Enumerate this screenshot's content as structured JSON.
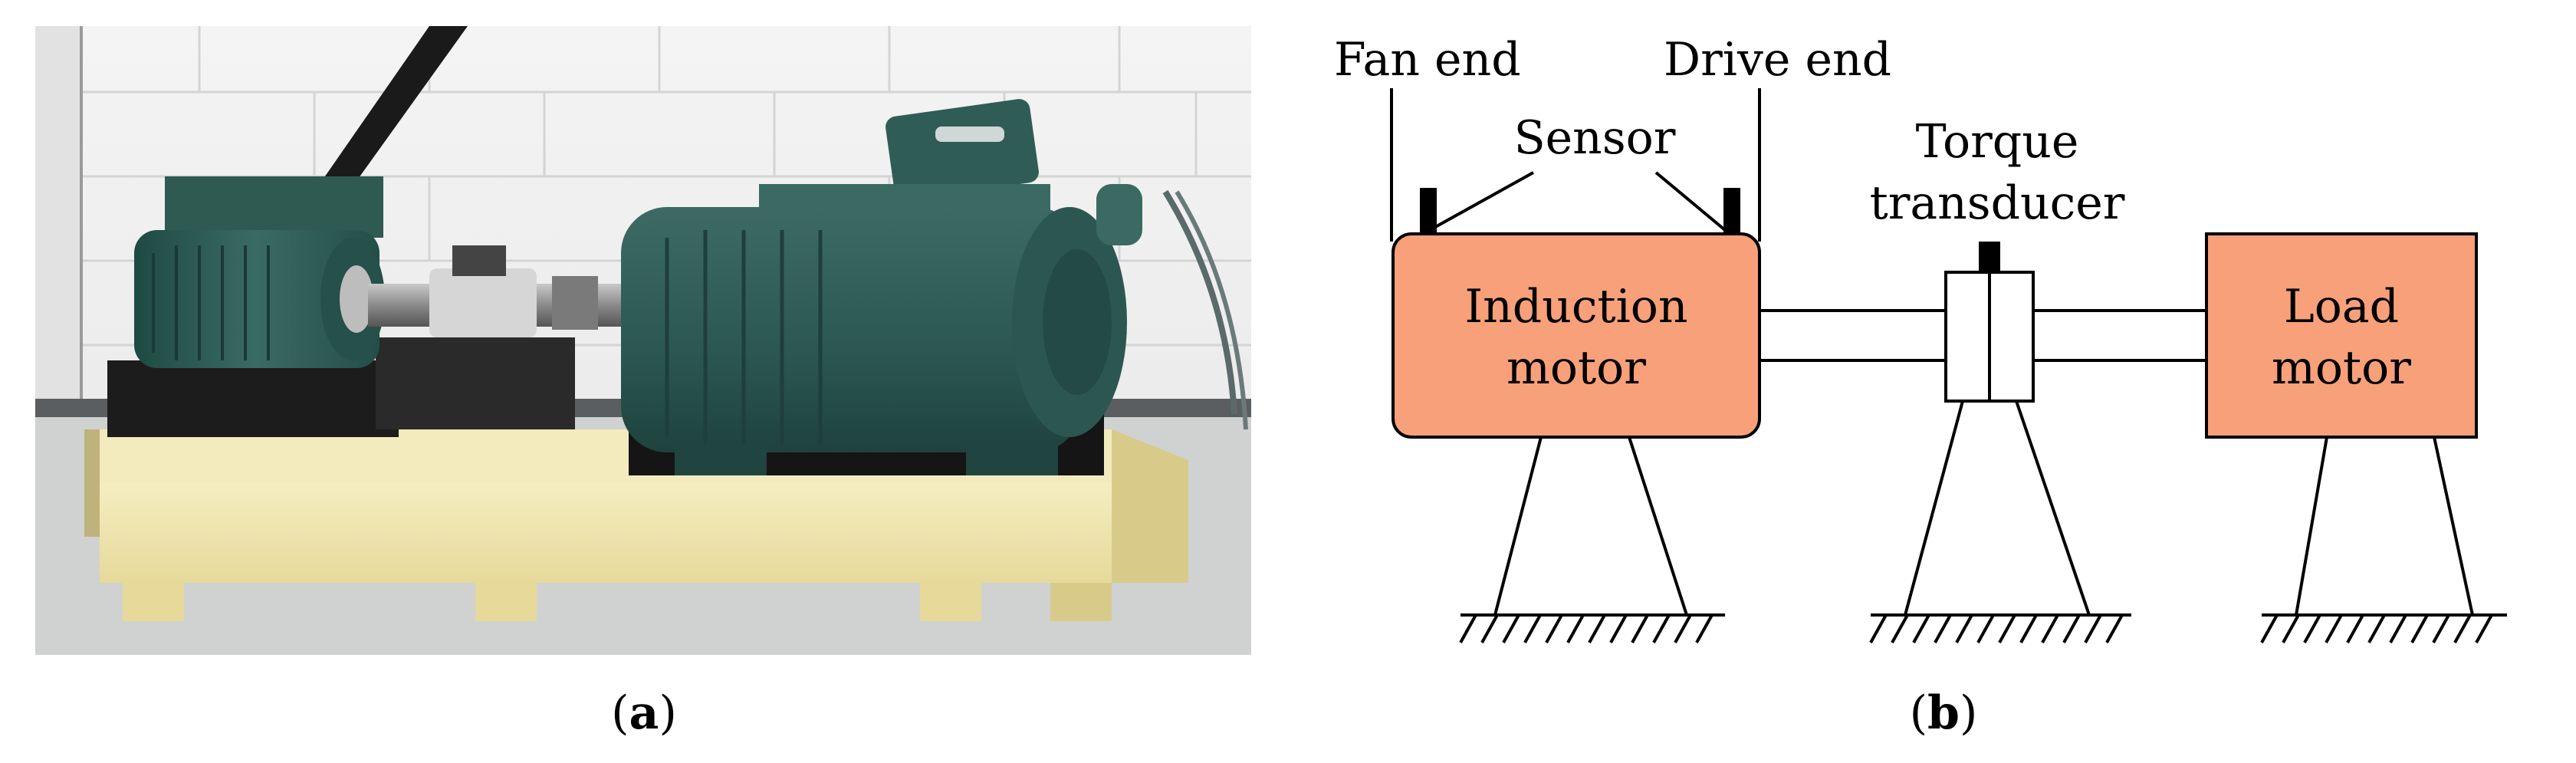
{
  "panel_a": {
    "caption_open": "(",
    "caption_letter": "a",
    "caption_close": ")"
  },
  "panel_b": {
    "caption_open": "(",
    "caption_letter": "b",
    "caption_close": ")",
    "labels": {
      "fan_end": "Fan end",
      "drive_end": "Drive end",
      "sensor": "Sensor",
      "torque_line1": "Torque",
      "torque_line2": "transducer",
      "induction_line1": "Induction",
      "induction_line2": "motor",
      "load_line1": "Load",
      "load_line2": "motor"
    },
    "colors": {
      "motor_fill": "#f7a07a",
      "stroke": "#000000"
    }
  }
}
